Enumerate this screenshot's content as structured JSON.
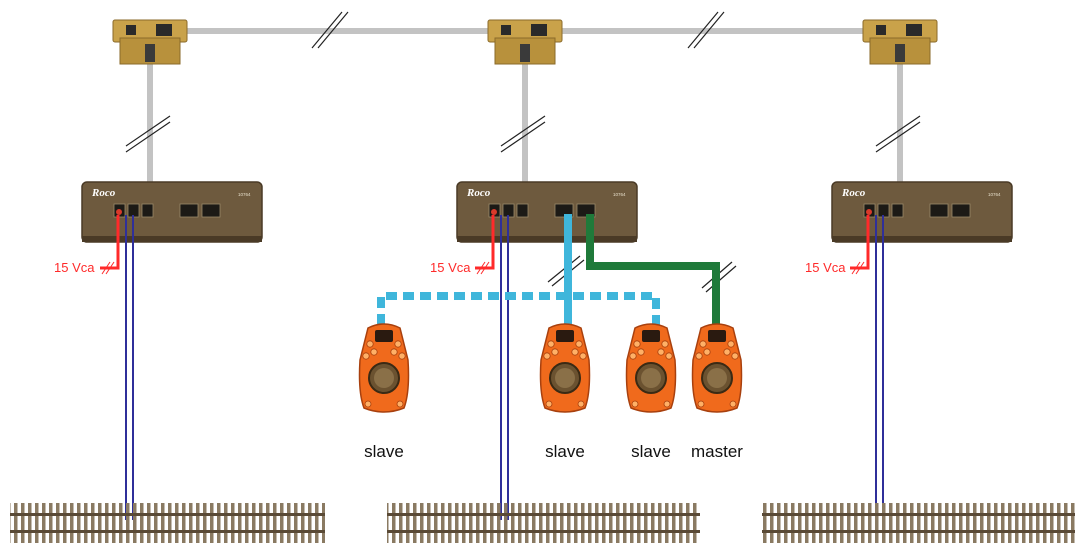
{
  "colors": {
    "bus": "#c3c3c3",
    "track_power": "#2f2f9a",
    "slave_cable": "#3fb6db",
    "master_cable": "#1f7a3a",
    "power_label": "#ff2a2a",
    "controller": "#f06a1c",
    "booster": "#6e5a3e",
    "decoder": "#c9a24a"
  },
  "boosters": [
    {
      "brand": "Roco",
      "model": "10764",
      "power_label": "15 Vca"
    },
    {
      "brand": "Roco",
      "model": "10764",
      "power_label": "15 Vca"
    },
    {
      "brand": "Roco",
      "model": "10764",
      "power_label": "15 Vca"
    }
  ],
  "controllers": [
    {
      "role": "slave"
    },
    {
      "role": "slave"
    },
    {
      "role": "slave"
    },
    {
      "role": "master"
    }
  ],
  "icons": {
    "decoder": "bus-connector-icon",
    "booster": "booster-unit-icon",
    "controller": "handheld-controller-icon",
    "track": "track-section-icon"
  }
}
